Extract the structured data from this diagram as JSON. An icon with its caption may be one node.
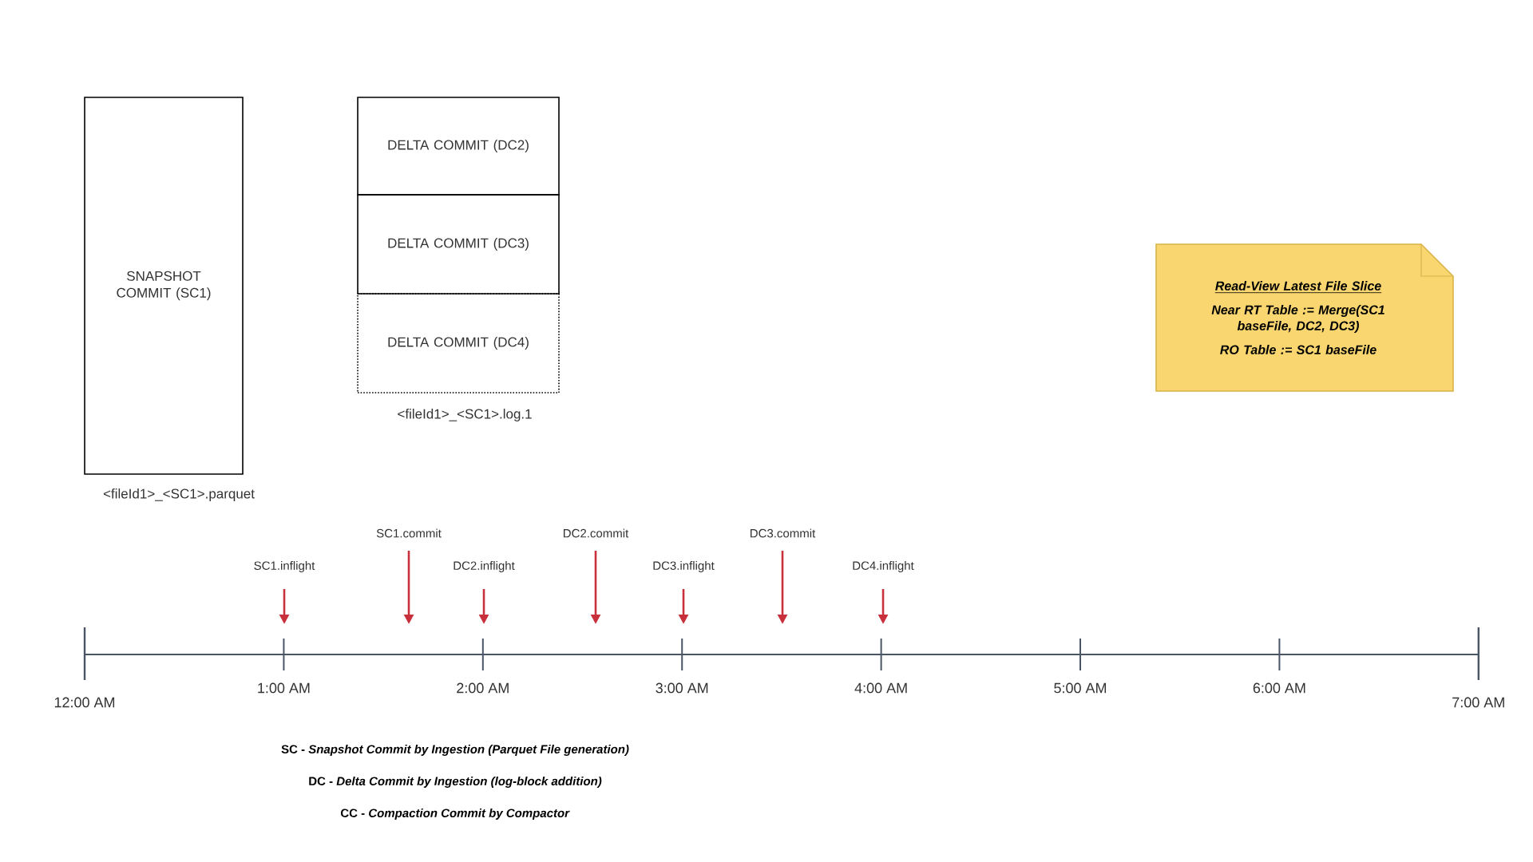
{
  "diagram": {
    "nodes": [
      {
        "text": [
          "SNAPSHOT COMMIT (SC1)"
        ],
        "beside": [
          "<fileId1>_<SC1>.parquet"
        ]
      },
      {
        "text": [
          "DELTA COMMIT (DC2)"
        ]
      },
      {
        "text": [
          "DELTA COMMIT (DC3)"
        ]
      },
      {
        "text": [
          "DELTA COMMIT (DC4)"
        ],
        "beside": [
          "<fileId1>_<SC1>.log.1"
        ]
      },
      {
        "text": [
          "Read-View Latest File Slice",
          "Near RT Table := Merge(SC1 baseFile, DC2, DC3)",
          "RO Table := SC1 baseFile"
        ]
      }
    ],
    "labels": [
      "SC1.commit",
      "DC2.commit",
      "DC3.commit",
      "SC1.inflight",
      "DC2.inflight",
      "DC3.inflight",
      "DC4.inflight",
      "12:00 AM",
      "1:00 AM",
      "2:00 AM",
      "3:00 AM",
      "4:00 AM",
      "5:00 AM",
      "6:00 AM",
      "7:00 AM",
      "SC - *Snapshot Commit by Ingestion (Parquet File generation)*",
      "DC - *Delta Commit by Ingestion (log-block addition)*",
      "CC - *Compaction Commit by Compactor*"
    ]
  }
}
